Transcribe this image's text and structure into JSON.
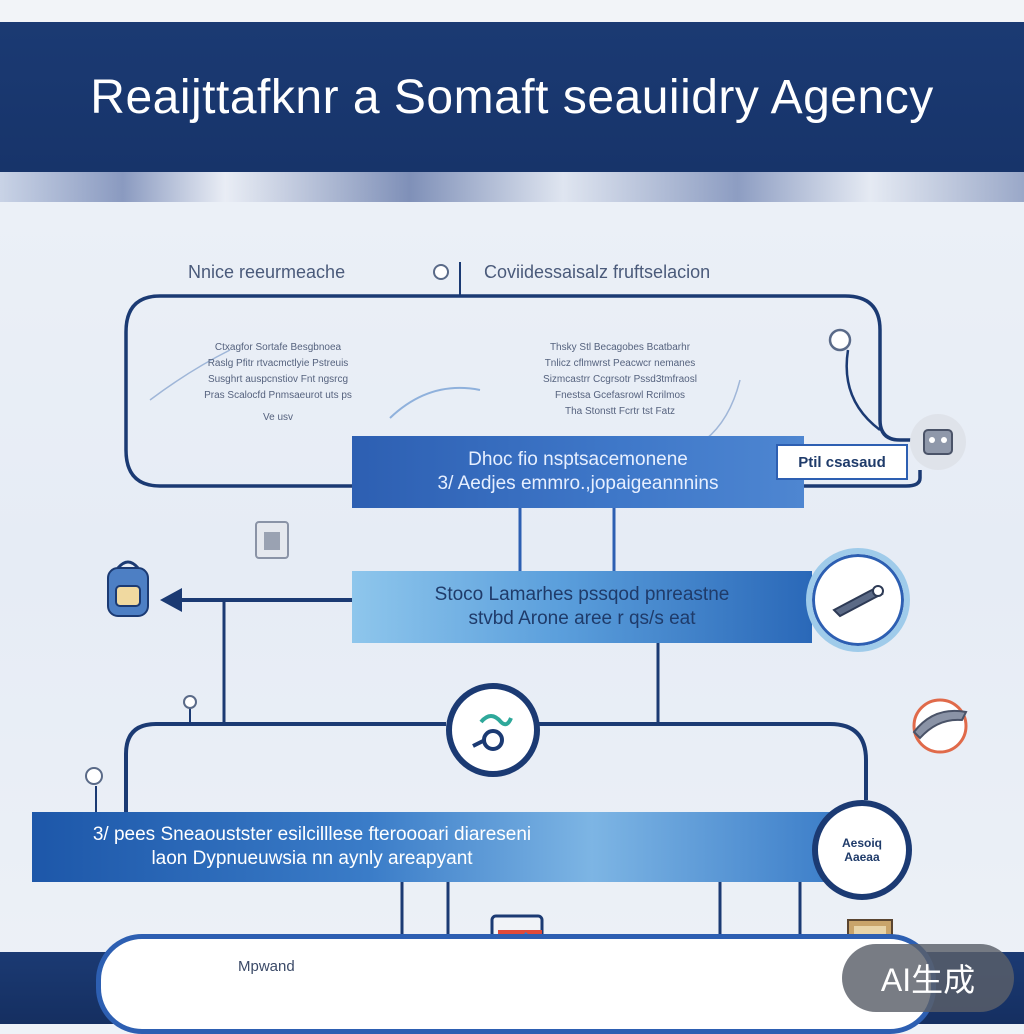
{
  "header": {
    "title": "Reaijttafknr a Somaft seauiidry Agency"
  },
  "top_labels": {
    "left": "Nnice reeurmeache",
    "right": "Coviidessaisalz fruftselacion"
  },
  "notes": {
    "left": [
      "Ctxagfor Sortafe Besgbnoea",
      "Raslg Pfitr rtvacmctlyie Pstreuis",
      "Susghrt auspcnstiov Fnt ngsrcg",
      "Pras Scalocfd Pnmsaeurot uts ps",
      "Ve usv"
    ],
    "right": [
      "Thsky Stl Becagobes Bcatbarhr",
      "Tnlicz cflmwrst Peacwcr nemanes",
      "Sizmcastrr Ccgrsotr Pssd3tmfraosl",
      "Fnestsa Gcefasrowl Rcrilmos",
      "Tha Stonstt Fcrtr tst Fatz"
    ]
  },
  "bars": {
    "bar1": {
      "line1": "Dhoc fio nsptsacemonene",
      "line2": "3/ Aedjes emmro.,jopaigeannnins"
    },
    "tag": "Ptil csasaud",
    "bar2": {
      "line1": "Stoco Lamarhes pssqod pnreastne",
      "line2": "stvbd Arone aree r qs/s eat"
    },
    "bar3": {
      "line1": "3/ pees Sneaoustster esilcilllese fteroooari diareseni",
      "line2": "laon Dypnueuwsia nn aynly areapyant"
    }
  },
  "circle_badge": {
    "line1": "Aesoiq",
    "line2": "Aaeaa"
  },
  "bottom": {
    "label": "Mpwand"
  },
  "watermark": "AI生成",
  "colors": {
    "navy": "#1b3a73",
    "blue": "#2d5fb2",
    "light_blue": "#8ec6ec"
  },
  "icons": [
    "magnifier-icon",
    "wrench-icon",
    "backpack-icon",
    "bell-icon",
    "folder-icon",
    "book-icon",
    "robot-icon",
    "knife-icon",
    "card-icon",
    "pin-icon"
  ]
}
